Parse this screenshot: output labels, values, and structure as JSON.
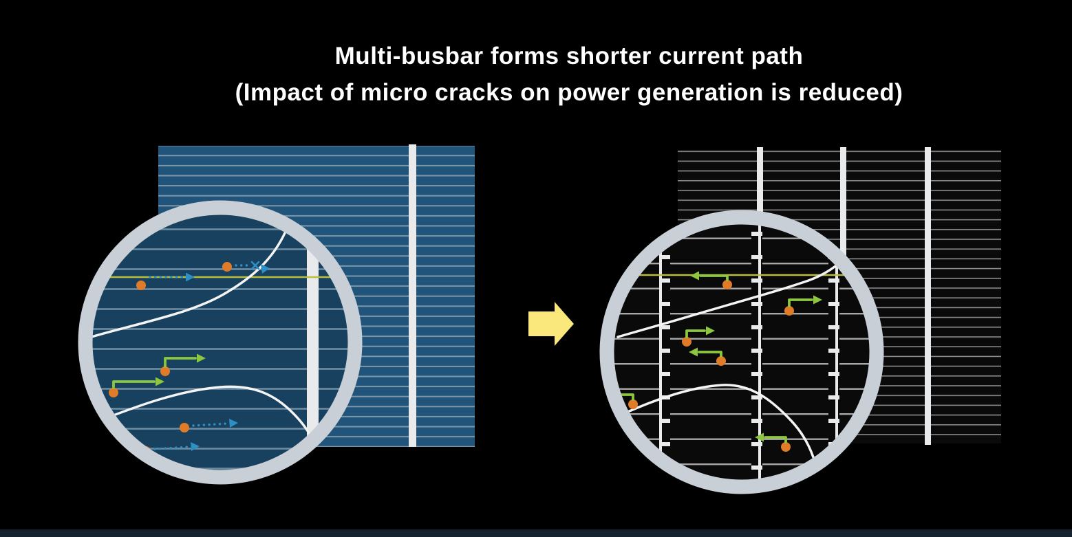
{
  "title": {
    "line1": "Multi-busbar forms shorter current path",
    "line2": "(Impact of micro cracks on power generation is reduced)"
  },
  "icons": {
    "transition_arrow": "right-block-arrow",
    "left_magnifier": "magnifier-circle",
    "right_magnifier": "magnifier-circle"
  },
  "colors": {
    "background": "#000000",
    "title_text": "#FFFFFF",
    "cell_blue": "#20547A",
    "finger_blue": "#7E97A8",
    "cell_blue_dark": "#17415F",
    "finger_blue_zoom": "#6E8CA1",
    "cell_black": "#0A0A0A",
    "finger_gray": "#8C8C8C",
    "finger_gray_zoom": "#A8A8A8",
    "busbar_white": "#E8EAEC",
    "ring_gray": "#C8CFD6",
    "crack_white": "#F4F4F4",
    "dot_orange": "#E07B28",
    "arrow_blue": "#2E8FC5",
    "arrow_green": "#8DC63F",
    "line_yellow": "#BCBE39",
    "arrow_yellow": "#FAE87C",
    "bottom_strip": "#16222E"
  }
}
